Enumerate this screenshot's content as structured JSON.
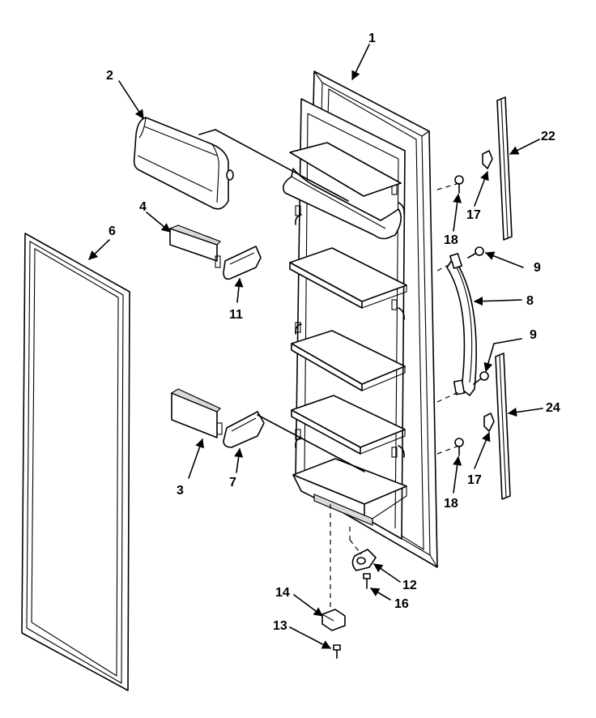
{
  "diagram": {
    "callouts": [
      {
        "id": "c1",
        "text": "1"
      },
      {
        "id": "c2",
        "text": "2"
      },
      {
        "id": "c3",
        "text": "3"
      },
      {
        "id": "c4",
        "text": "4"
      },
      {
        "id": "c6",
        "text": "6"
      },
      {
        "id": "c7",
        "text": "7"
      },
      {
        "id": "c8",
        "text": "8"
      },
      {
        "id": "c9a",
        "text": "9"
      },
      {
        "id": "c9b",
        "text": "9"
      },
      {
        "id": "c11",
        "text": "11"
      },
      {
        "id": "c12",
        "text": "12"
      },
      {
        "id": "c13",
        "text": "13"
      },
      {
        "id": "c14",
        "text": "14"
      },
      {
        "id": "c16",
        "text": "16"
      },
      {
        "id": "c17a",
        "text": "17"
      },
      {
        "id": "c17b",
        "text": "17"
      },
      {
        "id": "c18a",
        "text": "18"
      },
      {
        "id": "c18b",
        "text": "18"
      },
      {
        "id": "c22",
        "text": "22"
      },
      {
        "id": "c24",
        "text": "24"
      }
    ]
  }
}
